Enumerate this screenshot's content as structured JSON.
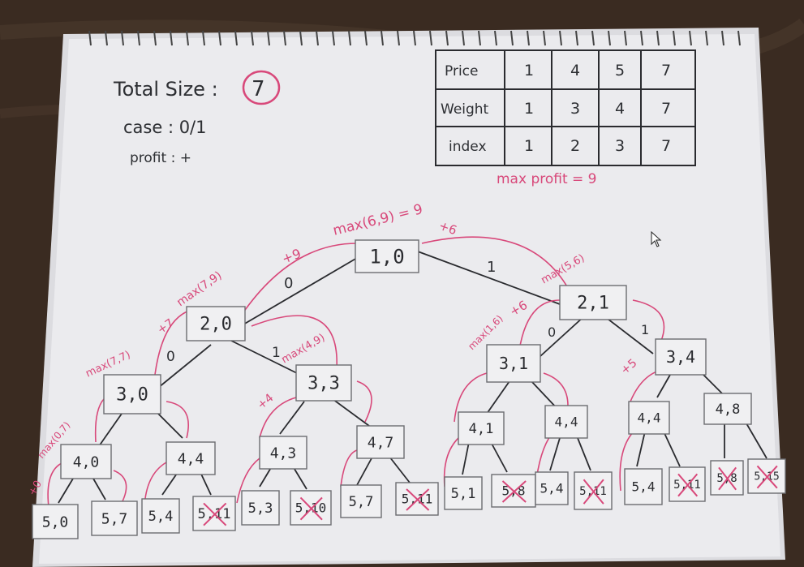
{
  "notes": {
    "total_size_label": "Total Size :",
    "total_size_value": "7",
    "case_line": "case  : 0/1",
    "profit_line": "profit : +"
  },
  "table": {
    "rows": [
      {
        "label": "Price",
        "cells": [
          "1",
          "4",
          "5",
          "7"
        ]
      },
      {
        "label": "Weight",
        "cells": [
          "1",
          "3",
          "4",
          "7"
        ]
      },
      {
        "label": "index",
        "cells": [
          "1",
          "2",
          "3",
          "7"
        ]
      }
    ],
    "max_profit": "max profit = 9"
  },
  "tree": {
    "root_caption": "max(6,9) = 9",
    "nodes": [
      {
        "id": "n10",
        "label": "1,0"
      },
      {
        "id": "n20",
        "label": "2,0"
      },
      {
        "id": "n21",
        "label": "2,1"
      },
      {
        "id": "n30",
        "label": "3,0"
      },
      {
        "id": "n33",
        "label": "3,3"
      },
      {
        "id": "n31",
        "label": "3,1"
      },
      {
        "id": "n34",
        "label": "3,4"
      },
      {
        "id": "n40a",
        "label": "4,0"
      },
      {
        "id": "n44a",
        "label": "4,4"
      },
      {
        "id": "n43",
        "label": "4,3"
      },
      {
        "id": "n47",
        "label": "4,7"
      },
      {
        "id": "n41",
        "label": "4,1"
      },
      {
        "id": "n44b",
        "label": "4,4"
      },
      {
        "id": "n44c",
        "label": "4,4"
      },
      {
        "id": "n48",
        "label": "4,8"
      },
      {
        "id": "l1",
        "label": "5,0"
      },
      {
        "id": "l2",
        "label": "5,7"
      },
      {
        "id": "l3",
        "label": "5,4"
      },
      {
        "id": "l4",
        "label": "5,11"
      },
      {
        "id": "l5",
        "label": "5,3"
      },
      {
        "id": "l6",
        "label": "5,10"
      },
      {
        "id": "l7",
        "label": "5,7"
      },
      {
        "id": "l8",
        "label": "5,11"
      },
      {
        "id": "l9",
        "label": "5,1"
      },
      {
        "id": "l10",
        "label": "5,8"
      },
      {
        "id": "l11",
        "label": "5,4"
      },
      {
        "id": "l12",
        "label": "5,11"
      },
      {
        "id": "l13",
        "label": "5,4"
      },
      {
        "id": "l14",
        "label": "5,11"
      },
      {
        "id": "l15",
        "label": "5,8"
      },
      {
        "id": "l16",
        "label": "5,15"
      }
    ],
    "annotations": {
      "a_plus9": "+9",
      "a_plus6": "+6",
      "a_max79": "max(7,9)",
      "a_plus7": "+7",
      "a_max49": "max(4,9)",
      "a_max77": "max(7,7)",
      "a_max07": "max(0,7)",
      "a_max56": "max(5,6)",
      "a_max16": "max(1,6)",
      "a_plus6b": "+6",
      "a_plus5": "+5",
      "a_plus4": "+4",
      "a_plus0": "+0"
    },
    "edge_labels": {
      "zero": "0",
      "one": "1"
    }
  },
  "colors": {
    "ink": "#2a2b2f",
    "accent": "#d8487a",
    "paper": "#e9e9ec"
  }
}
